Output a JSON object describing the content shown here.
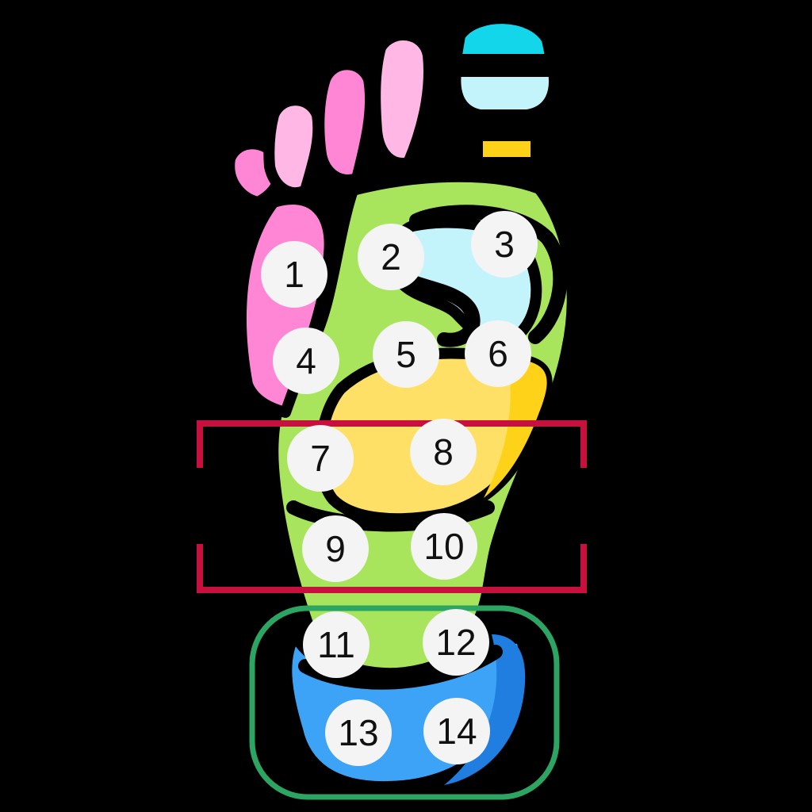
{
  "diagram": {
    "subject": "foot reflexology map",
    "colors": {
      "background": "#000000",
      "outline": "#000000",
      "toe_pink_dark": "#ff86d4",
      "toe_pink_light": "#ffb8e6",
      "big_toe_cyan": "#13d6ea",
      "big_toe_light": "#c4f4fb",
      "yellow": "#ffd21a",
      "yellow_light": "#ffe066",
      "green": "#a8e55c",
      "light_blue": "#c4f4fb",
      "blue": "#3ca3f6",
      "blue_dark": "#1f7ee0",
      "point_fill": "#f4f4f4",
      "red_bracket": "#c8103e",
      "green_outline": "#2ca462"
    },
    "points": [
      {
        "label": "1"
      },
      {
        "label": "2"
      },
      {
        "label": "3"
      },
      {
        "label": "4"
      },
      {
        "label": "5"
      },
      {
        "label": "6"
      },
      {
        "label": "7"
      },
      {
        "label": "8"
      },
      {
        "label": "9"
      },
      {
        "label": "10"
      },
      {
        "label": "11"
      },
      {
        "label": "12"
      },
      {
        "label": "13"
      },
      {
        "label": "14"
      }
    ],
    "highlights": [
      {
        "name": "red-bracket-frame",
        "color": "#c8103e"
      },
      {
        "name": "green-rounded-box",
        "color": "#2ca462"
      }
    ]
  }
}
